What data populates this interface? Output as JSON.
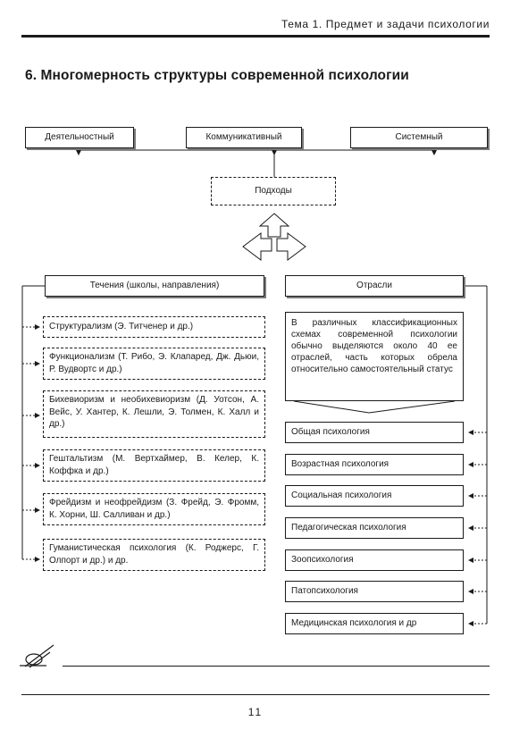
{
  "header": {
    "title": "Тема 1. Предмет и задачи психологии"
  },
  "page_title": "6. Многомерность структуры современной психологии",
  "approaches": {
    "items": [
      "Деятельностный",
      "Коммуникативный",
      "Системный"
    ],
    "hub": "Подходы"
  },
  "currents": {
    "heading": "Течения (школы, направления)",
    "items": [
      "Структурализм (Э. Титченер и др.)",
      "Функционализм (Т. Рибо, Э. Клапаред, Дж. Дьюи, Р. Вудвортс и др.)",
      "Бихевиоризм и необихевиоризм (Д. Уотсон, А. Вейс, У. Хантер, К. Лешли, Э. Толмен, К. Халл и др.)",
      "Гештальтизм (М. Вертхаймер, В. Келер, К. Коффка и др.)",
      "Фрейдизм и неофрейдизм (З. Фрейд, Э. Фромм, К. Хорни, Ш. Салливан и др.)",
      "Гуманистическая психология (К. Роджерс, Г. Олпорт и др.) и др."
    ]
  },
  "branches": {
    "heading": "Отрасли",
    "note": "В различных классификационных схемах современной психологии обычно выделяются около 40 ее отраслей, часть которых обрела относительно самостоятельный статус",
    "items": [
      "Общая психология",
      "Возрастная психология",
      "Социальная психология",
      "Педагогическая психология",
      "Зоопсихология",
      "Патопсихология",
      "Медицинская психология и др"
    ]
  },
  "footer": {
    "page_number": "11"
  }
}
